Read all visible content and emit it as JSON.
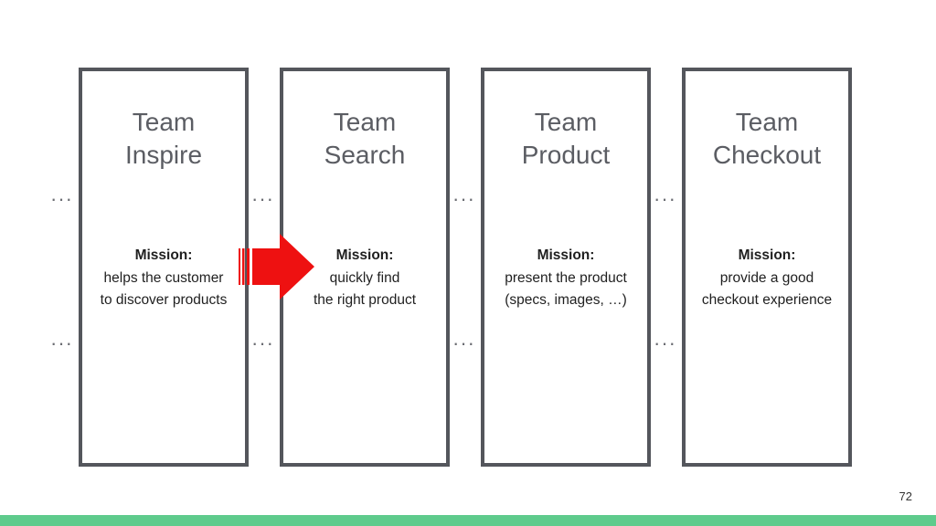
{
  "teams": [
    {
      "title_line1": "Team",
      "title_line2": "Inspire",
      "mission_label": "Mission:",
      "mission_line1": "helps the customer",
      "mission_line2": "to discover products"
    },
    {
      "title_line1": "Team",
      "title_line2": "Search",
      "mission_label": "Mission:",
      "mission_line1": "quickly find",
      "mission_line2": "the right product"
    },
    {
      "title_line1": "Team",
      "title_line2": "Product",
      "mission_label": "Mission:",
      "mission_line1": "present the product",
      "mission_line2": "(specs, images, …)"
    },
    {
      "title_line1": "Team",
      "title_line2": "Checkout",
      "mission_label": "Mission:",
      "mission_line1": "provide a good",
      "mission_line2": "checkout experience"
    }
  ],
  "connector_dots": "···",
  "page_number": "72",
  "colors": {
    "box_border": "#54565c",
    "arrow": "#ee1111",
    "footer_bar": "#5ecb8c"
  }
}
